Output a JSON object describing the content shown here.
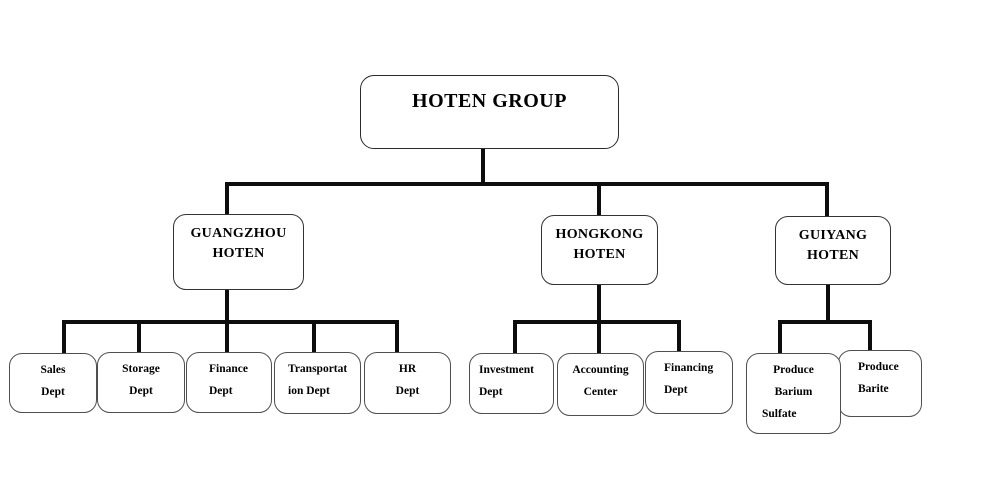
{
  "nodes": {
    "group": {
      "lines": [
        "HOTEN GROUP"
      ]
    },
    "guangzhou": {
      "lines": [
        "GUANGZHOU",
        "HOTEN"
      ]
    },
    "hongkong": {
      "lines": [
        "HONGKONG",
        "HOTEN"
      ]
    },
    "guiyang": {
      "lines": [
        "GUIYANG",
        "HOTEN"
      ]
    },
    "sales": {
      "lines": [
        "Sales",
        "Dept"
      ]
    },
    "storage": {
      "lines": [
        "Storage",
        "Dept"
      ]
    },
    "finance": {
      "lines": [
        "Finance",
        "Dept"
      ]
    },
    "transportation": {
      "lines": [
        "Transportat",
        "ion Dept"
      ]
    },
    "hr": {
      "lines": [
        "HR",
        "Dept"
      ]
    },
    "investment": {
      "lines": [
        "Investment",
        "Dept"
      ]
    },
    "accounting": {
      "lines": [
        "Accounting",
        "Center"
      ]
    },
    "financing": {
      "lines": [
        "Financing",
        "Dept"
      ]
    },
    "produce_barium_sulfate": {
      "lines": [
        "Produce",
        "Barium",
        "Sulfate"
      ]
    },
    "produce_barite": {
      "lines": [
        "Produce",
        "Barite"
      ]
    }
  },
  "hierarchy": {
    "root": "HOTEN GROUP",
    "children": [
      {
        "name": "GUANGZHOU HOTEN",
        "children": [
          "Sales Dept",
          "Storage Dept",
          "Finance Dept",
          "Transportation Dept",
          "HR Dept"
        ]
      },
      {
        "name": "HONGKONG HOTEN",
        "children": [
          "Investment Dept",
          "Accounting Center",
          "Financing Dept"
        ]
      },
      {
        "name": "GUIYANG HOTEN",
        "children": [
          "Produce Barium Sulfate",
          "Produce Barite"
        ]
      }
    ]
  },
  "colors": {
    "background": "#ffffff",
    "connector_line": "#0d0d0d",
    "box_border": "#4f4f4f",
    "text": "#000000"
  }
}
